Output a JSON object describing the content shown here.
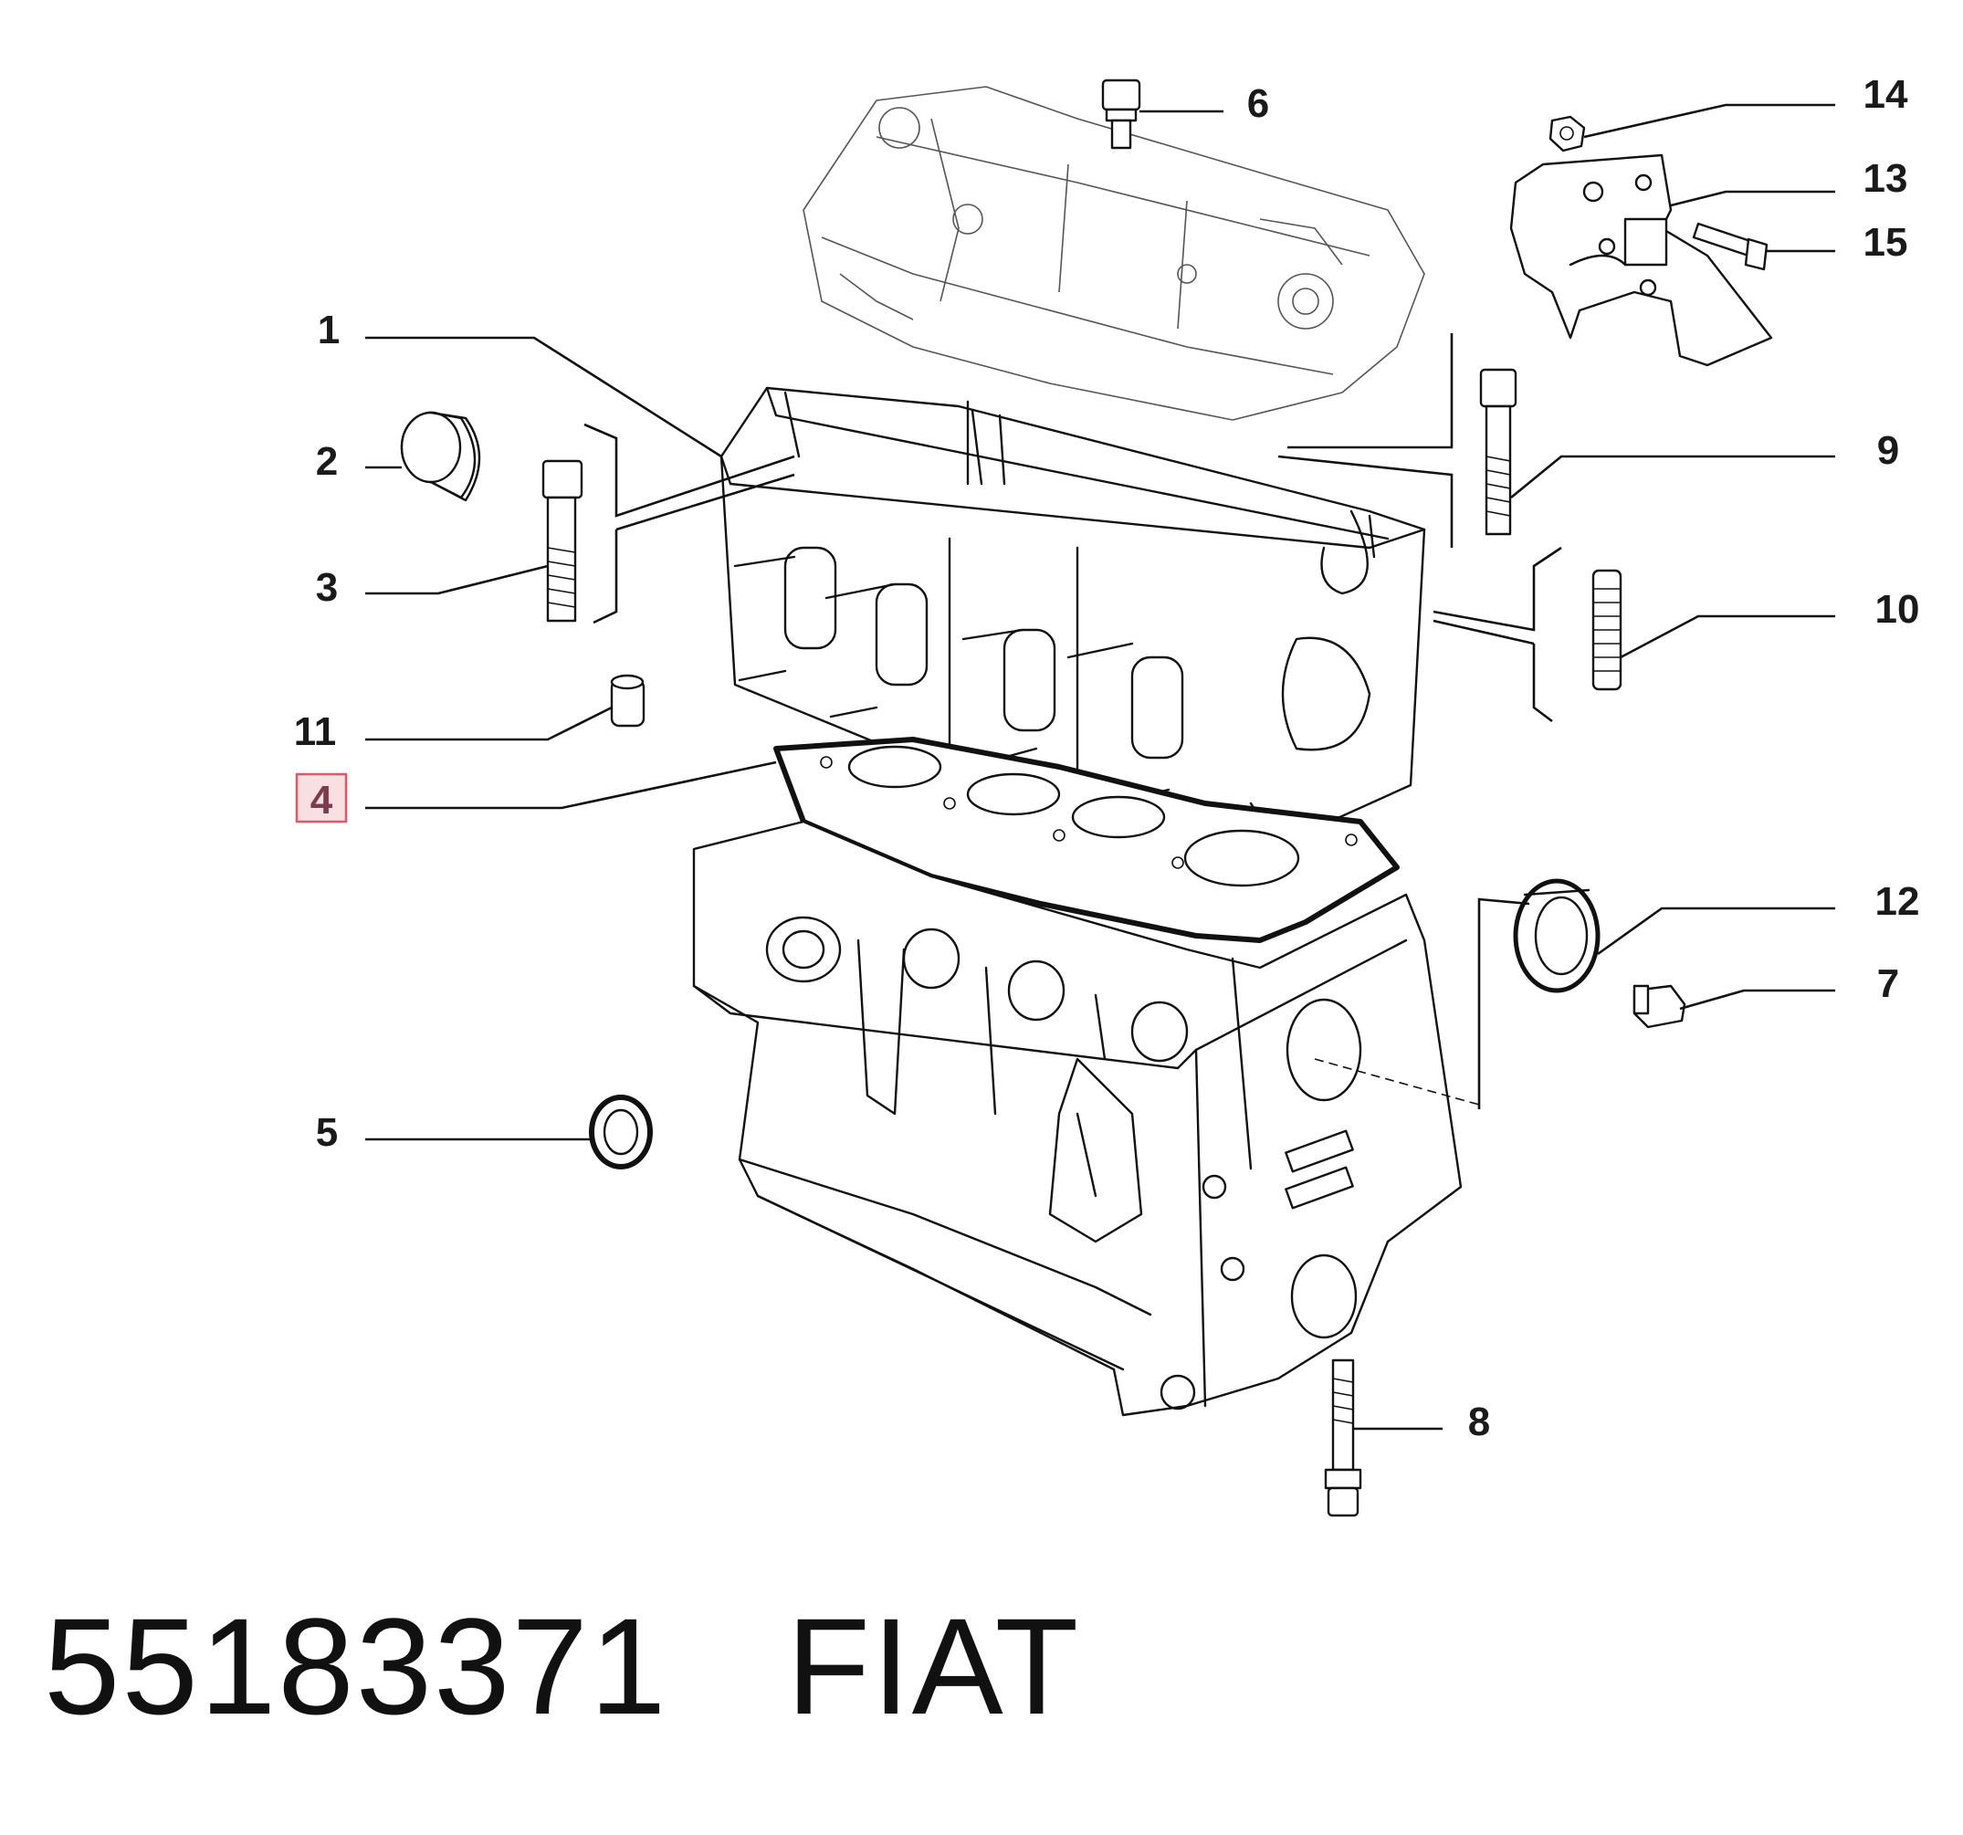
{
  "callouts": [
    {
      "label": "1"
    },
    {
      "label": "2"
    },
    {
      "label": "3"
    },
    {
      "label": "4",
      "highlighted": true
    },
    {
      "label": "5"
    },
    {
      "label": "6"
    },
    {
      "label": "7"
    },
    {
      "label": "8"
    },
    {
      "label": "9"
    },
    {
      "label": "10"
    },
    {
      "label": "11"
    },
    {
      "label": "12"
    },
    {
      "label": "13"
    },
    {
      "label": "14"
    },
    {
      "label": "15"
    }
  ],
  "part": {
    "number": "55183371",
    "brand": "FIAT"
  },
  "colors": {
    "highlight_fill": "#f9dfe2",
    "highlight_border": "#e0566a",
    "highlight_text": "#7a3d4a"
  }
}
